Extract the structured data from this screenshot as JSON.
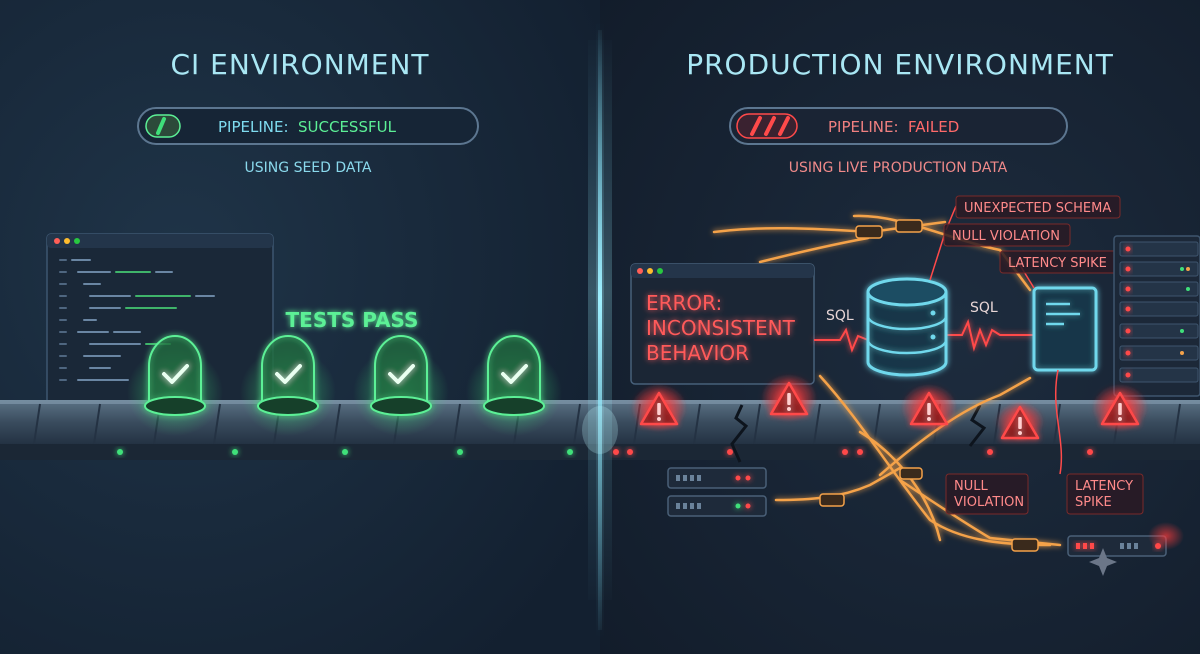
{
  "ci": {
    "title": "CI ENVIRONMENT",
    "pipeline_label": "PIPELINE:",
    "pipeline_status": "SUCCESSFUL",
    "data_source": "USING SEED DATA",
    "tests_label": "TESTS PASS"
  },
  "prod": {
    "title": "PRODUCTION ENVIRONMENT",
    "pipeline_label": "PIPELINE:",
    "pipeline_status": "FAILED",
    "data_source": "USING LIVE PRODUCTION DATA",
    "error_line1": "ERROR:",
    "error_line2": "INCONSISTENT",
    "error_line3": "BEHAVIOR",
    "sql_left": "SQL",
    "sql_right": "SQL",
    "callouts": {
      "unexpected_schema": "UNEXPECTED SCHEMA",
      "null_violation_top": "NULL VIOLATION",
      "latency_spike_top": "LATENCY SPIKE",
      "null_violation_bottom_1": "NULL",
      "null_violation_bottom_2": "VIOLATION",
      "latency_spike_bottom_1": "LATENCY",
      "latency_spike_bottom_2": "SPIKE"
    }
  },
  "colors": {
    "success": "#3fe07a",
    "failure": "#ff4a4a",
    "accent_cyan": "#6fd8ec",
    "flow_orange": "#f4a24a"
  }
}
